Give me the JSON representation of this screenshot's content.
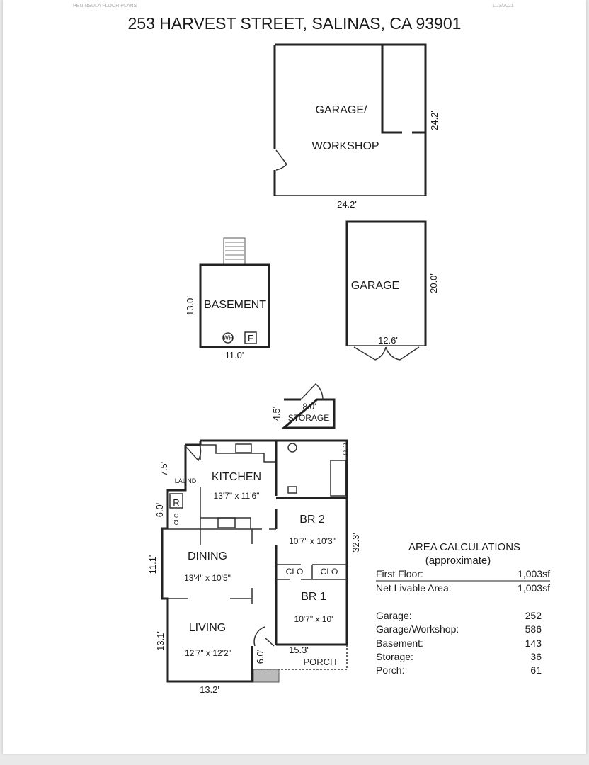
{
  "header": {
    "company": "PENINSULA FLOOR PLANS",
    "date": "11/3/2021",
    "title": "253 HARVEST STREET, SALINAS, CA  93901"
  },
  "garage_workshop": {
    "label1": "GARAGE/",
    "label2": "WORKSHOP",
    "width": "24.2'",
    "depth": "24.2'"
  },
  "basement": {
    "label": "BASEMENT",
    "width": "11.0'",
    "depth": "13.0'",
    "wh": "WH",
    "f": "F"
  },
  "garage": {
    "label": "GARAGE",
    "width": "12.6'",
    "depth": "20.0'"
  },
  "storage": {
    "label": "STORAGE",
    "width": "8.0'",
    "depth": "4.5'"
  },
  "house": {
    "kitchen": {
      "label": "KITCHEN",
      "size": "13'7\" x 11'6\""
    },
    "laund": "LAUND",
    "r": "R",
    "clo": "CLO",
    "br2": {
      "label": "BR 2",
      "size": "10'7\" x 10'3\""
    },
    "br1": {
      "label": "BR 1",
      "size": "10'7\" x 10'"
    },
    "dining": {
      "label": "DINING",
      "size": "13'4\" x 10'5\""
    },
    "living": {
      "label": "LIVING",
      "size": "12'7\" x 12'2\""
    },
    "porch": {
      "label": "PORCH",
      "width": "15.3'",
      "depth": "6.0'"
    },
    "dims": {
      "d75": "7.5'",
      "d60": "6.0'",
      "d111": "11.1'",
      "d131": "13.1'",
      "d132": "13.2'",
      "d323": "32.3'"
    }
  },
  "area": {
    "title": "AREA CALCULATIONS",
    "subtitle": "(approximate)",
    "rows": [
      {
        "label": "First  Floor:",
        "value": "1,003sf"
      },
      {
        "label": "Net Livable Area:",
        "value": "1,003sf"
      }
    ],
    "items": [
      {
        "label": "Garage:",
        "value": "252"
      },
      {
        "label": "Garage/Workshop:",
        "value": "586"
      },
      {
        "label": "Basement:",
        "value": "143"
      },
      {
        "label": "Storage:",
        "value": "36"
      },
      {
        "label": "Porch:",
        "value": "61"
      }
    ]
  }
}
